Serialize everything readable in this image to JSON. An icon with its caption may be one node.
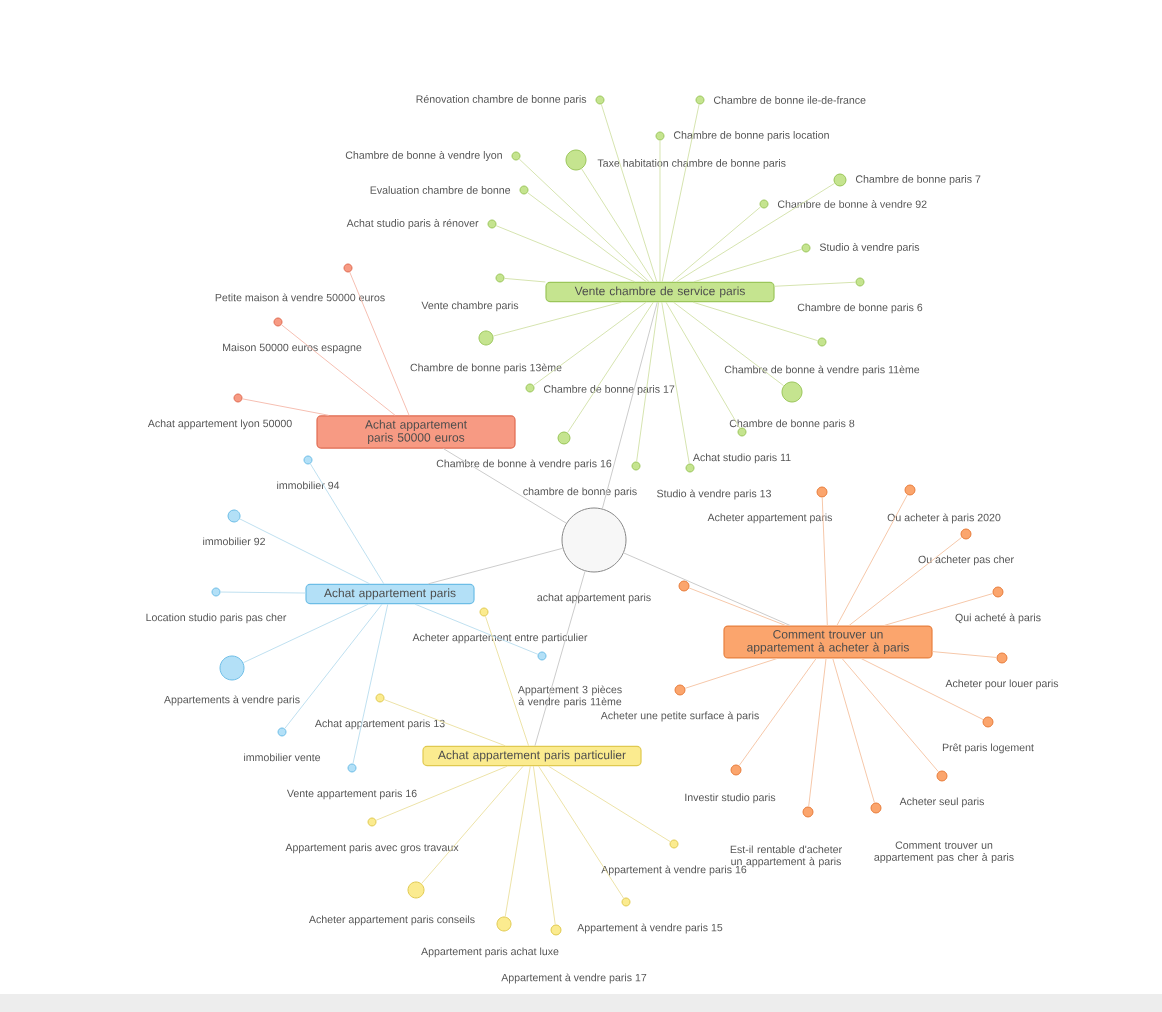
{
  "diagram": {
    "nodes": [
      {
        "text": [],
        "shape": "circle",
        "beside": [
          "achat appartement paris"
        ]
      },
      {
        "text": [
          "Vente chambre de service paris"
        ]
      },
      {
        "text": [
          "Rénovation chambre de bonne paris"
        ]
      },
      {
        "text": [
          "Chambre de bonne ile-de-france"
        ]
      },
      {
        "text": [
          "Chambre de bonne paris location"
        ]
      },
      {
        "text": [
          "Taxe habitation chambre de bonne paris"
        ]
      },
      {
        "text": [
          "Chambre de bonne à vendre lyon"
        ]
      },
      {
        "text": [
          "Evaluation chambre de bonne"
        ]
      },
      {
        "text": [
          "Chambre de bonne à vendre 92"
        ]
      },
      {
        "text": [
          "Chambre de bonne paris 7"
        ]
      },
      {
        "text": [
          "Achat studio paris à rénover"
        ]
      },
      {
        "text": [
          "Studio à vendre paris"
        ]
      },
      {
        "text": [
          "Chambre de bonne paris 6"
        ]
      },
      {
        "text": [
          "Vente chambre paris"
        ]
      },
      {
        "text": [
          "Chambre de bonne paris 13ème"
        ]
      },
      {
        "text": [
          "Chambre de bonne paris 17"
        ]
      },
      {
        "text": [
          "Chambre de bonne à vendre paris 11ème"
        ]
      },
      {
        "text": [
          "Chambre de bonne paris 8"
        ]
      },
      {
        "text": [
          "Chambre de bonne à vendre paris 16"
        ]
      },
      {
        "text": [
          "Achat studio paris 11"
        ]
      },
      {
        "text": [
          "chambre de bonne paris"
        ]
      },
      {
        "text": [
          "Studio à vendre paris 13"
        ]
      },
      {
        "text": [
          "Achat appartement paris 50000 euros"
        ]
      },
      {
        "text": [
          "Petite maison à vendre 50000 euros"
        ]
      },
      {
        "text": [
          "Maison 50000 euros espagne"
        ]
      },
      {
        "text": [
          "Achat appartement lyon 50000"
        ]
      },
      {
        "text": [
          "Achat appartement paris"
        ]
      },
      {
        "text": [
          "immobilier 94"
        ]
      },
      {
        "text": [
          "immobilier 92"
        ]
      },
      {
        "text": [
          "Location studio paris pas cher"
        ]
      },
      {
        "text": [
          "Appartements à vendre paris"
        ]
      },
      {
        "text": [
          "immobilier vente"
        ]
      },
      {
        "text": [
          "Appartement 3 pièces à vendre paris 11ème"
        ]
      },
      {
        "text": [
          "Vente appartement paris 16"
        ]
      },
      {
        "text": [
          "Achat appartement paris particulier"
        ]
      },
      {
        "text": [
          "Acheter appartement entre particulier"
        ]
      },
      {
        "text": [
          "Achat appartement paris 13"
        ]
      },
      {
        "text": [
          "Appartement paris avec gros travaux"
        ]
      },
      {
        "text": [
          "Acheter appartement paris conseils"
        ]
      },
      {
        "text": [
          "Appartement paris achat luxe"
        ]
      },
      {
        "text": [
          "Appartement à vendre paris 17"
        ]
      },
      {
        "text": [
          "Appartement à vendre paris 15"
        ]
      },
      {
        "text": [
          "Appartement à vendre paris 16"
        ]
      },
      {
        "text": [
          "Comment trouver un appartement à acheter à paris"
        ]
      },
      {
        "text": [],
        "shape": "circle"
      },
      {
        "text": [
          "Acheter appartement paris"
        ]
      },
      {
        "text": [
          "Ou acheter à paris 2020"
        ]
      },
      {
        "text": [
          "Ou acheter pas cher"
        ]
      },
      {
        "text": [
          "Qui acheté à paris"
        ]
      },
      {
        "text": [
          "Acheter pour louer paris"
        ]
      },
      {
        "text": [
          "Prêt paris logement"
        ]
      },
      {
        "text": [
          "Acheter seul paris"
        ]
      },
      {
        "text": [
          "Comment trouver un appartement pas cher à paris"
        ]
      },
      {
        "text": [
          "Est-il rentable d'acheter un appartement à paris"
        ]
      },
      {
        "text": [
          "Investir studio paris"
        ]
      },
      {
        "text": [
          "Acheter une petite surface à paris"
        ]
      }
    ],
    "edges": [
      {
        "from": 0,
        "to": 1,
        "arrow": "none",
        "color": "#cccccc"
      },
      {
        "from": 0,
        "to": 22,
        "arrow": "none",
        "color": "#cccccc"
      },
      {
        "from": 0,
        "to": 26,
        "arrow": "none",
        "color": "#cccccc"
      },
      {
        "from": 0,
        "to": 34,
        "arrow": "none",
        "color": "#cccccc"
      },
      {
        "from": 0,
        "to": 43,
        "arrow": "none",
        "color": "#cccccc"
      },
      {
        "from": 1,
        "to": 2,
        "arrow": "none"
      },
      {
        "from": 1,
        "to": 3,
        "arrow": "none"
      },
      {
        "from": 1,
        "to": 4,
        "arrow": "none"
      },
      {
        "from": 1,
        "to": 5,
        "arrow": "none"
      },
      {
        "from": 1,
        "to": 6,
        "arrow": "none"
      },
      {
        "from": 1,
        "to": 7,
        "arrow": "none"
      },
      {
        "from": 1,
        "to": 8,
        "arrow": "none"
      },
      {
        "from": 1,
        "to": 9,
        "arrow": "none"
      },
      {
        "from": 1,
        "to": 10,
        "arrow": "none"
      },
      {
        "from": 1,
        "to": 11,
        "arrow": "none"
      },
      {
        "from": 1,
        "to": 12,
        "arrow": "none"
      },
      {
        "from": 1,
        "to": 13,
        "arrow": "none"
      },
      {
        "from": 1,
        "to": 14,
        "arrow": "none"
      },
      {
        "from": 1,
        "to": 15,
        "arrow": "none"
      },
      {
        "from": 1,
        "to": 16,
        "arrow": "none"
      },
      {
        "from": 1,
        "to": 17,
        "arrow": "none"
      },
      {
        "from": 1,
        "to": 18,
        "arrow": "none"
      },
      {
        "from": 1,
        "to": 19,
        "arrow": "none"
      },
      {
        "from": 1,
        "to": 20,
        "arrow": "none"
      },
      {
        "from": 1,
        "to": 21,
        "arrow": "none"
      },
      {
        "from": 22,
        "to": 23,
        "arrow": "none",
        "color": "#f6bfb2"
      },
      {
        "from": 22,
        "to": 24,
        "arrow": "none",
        "color": "#f6bfb2"
      },
      {
        "from": 22,
        "to": 25,
        "arrow": "none",
        "color": "#f6bfb2"
      },
      {
        "from": 26,
        "to": 27,
        "arrow": "none",
        "color": "#bfe0f0"
      },
      {
        "from": 26,
        "to": 28,
        "arrow": "none",
        "color": "#bfe0f0"
      },
      {
        "from": 26,
        "to": 29,
        "arrow": "none",
        "color": "#bfe0f0"
      },
      {
        "from": 26,
        "to": 30,
        "arrow": "none",
        "color": "#bfe0f0"
      },
      {
        "from": 26,
        "to": 31,
        "arrow": "none",
        "color": "#bfe0f0"
      },
      {
        "from": 26,
        "to": 32,
        "arrow": "none",
        "color": "#bfe0f0"
      },
      {
        "from": 26,
        "to": 33,
        "arrow": "none",
        "color": "#bfe0f0"
      },
      {
        "from": 34,
        "to": 35,
        "arrow": "none",
        "color": "#ede3a8"
      },
      {
        "from": 34,
        "to": 36,
        "arrow": "none",
        "color": "#ede3a8"
      },
      {
        "from": 34,
        "to": 37,
        "arrow": "none",
        "color": "#ede3a8"
      },
      {
        "from": 34,
        "to": 38,
        "arrow": "none",
        "color": "#ede3a8"
      },
      {
        "from": 34,
        "to": 39,
        "arrow": "none",
        "color": "#ede3a8"
      },
      {
        "from": 34,
        "to": 40,
        "arrow": "none",
        "color": "#ede3a8"
      },
      {
        "from": 34,
        "to": 41,
        "arrow": "none",
        "color": "#ede3a8"
      },
      {
        "from": 34,
        "to": 42,
        "arrow": "none",
        "color": "#ede3a8"
      },
      {
        "from": 43,
        "to": 44,
        "arrow": "none",
        "color": "#f6c8aa"
      },
      {
        "from": 43,
        "to": 45,
        "arrow": "none",
        "color": "#f6c8aa"
      },
      {
        "from": 43,
        "to": 46,
        "arrow": "none",
        "color": "#f6c8aa"
      },
      {
        "from": 43,
        "to": 47,
        "arrow": "none",
        "color": "#f6c8aa"
      },
      {
        "from": 43,
        "to": 48,
        "arrow": "none",
        "color": "#f6c8aa"
      },
      {
        "from": 43,
        "to": 49,
        "arrow": "none",
        "color": "#f6c8aa"
      },
      {
        "from": 43,
        "to": 50,
        "arrow": "none",
        "color": "#f6c8aa"
      },
      {
        "from": 43,
        "to": 51,
        "arrow": "none",
        "color": "#f6c8aa"
      },
      {
        "from": 43,
        "to": 52,
        "arrow": "none",
        "color": "#f6c8aa"
      },
      {
        "from": 43,
        "to": 53,
        "arrow": "none",
        "color": "#f6c8aa"
      },
      {
        "from": 43,
        "to": 54,
        "arrow": "none",
        "color": "#f6c8aa"
      },
      {
        "from": 43,
        "to": 55,
        "arrow": "none",
        "color": "#f6c8aa"
      }
    ]
  }
}
